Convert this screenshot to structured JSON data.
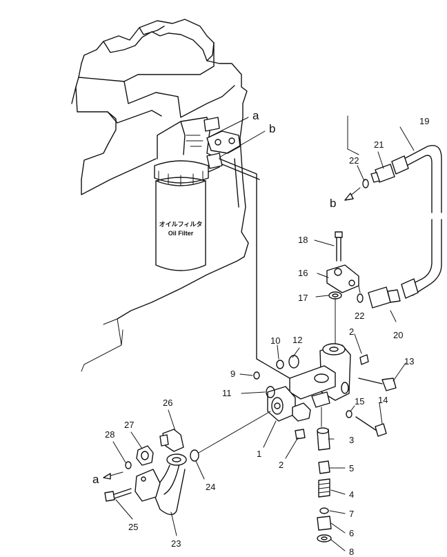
{
  "filter_label_jp": "オイルフィルタ",
  "filter_label_en": "Oil Filter",
  "refs": {
    "a": "a",
    "b": "b"
  },
  "callouts": {
    "c1": "1",
    "c2a": "2",
    "c2b": "2",
    "c3": "3",
    "c4": "4",
    "c5": "5",
    "c6": "6",
    "c7": "7",
    "c8": "8",
    "c9": "9",
    "c10": "10",
    "c11": "11",
    "c12": "12",
    "c13": "13",
    "c14": "14",
    "c15": "15",
    "c16": "16",
    "c17": "17",
    "c18": "18",
    "c19": "19",
    "c20": "20",
    "c21": "21",
    "c22a": "22",
    "c22b": "22",
    "c23": "23",
    "c24": "24",
    "c25": "25",
    "c26": "26",
    "c27": "27",
    "c28": "28"
  }
}
